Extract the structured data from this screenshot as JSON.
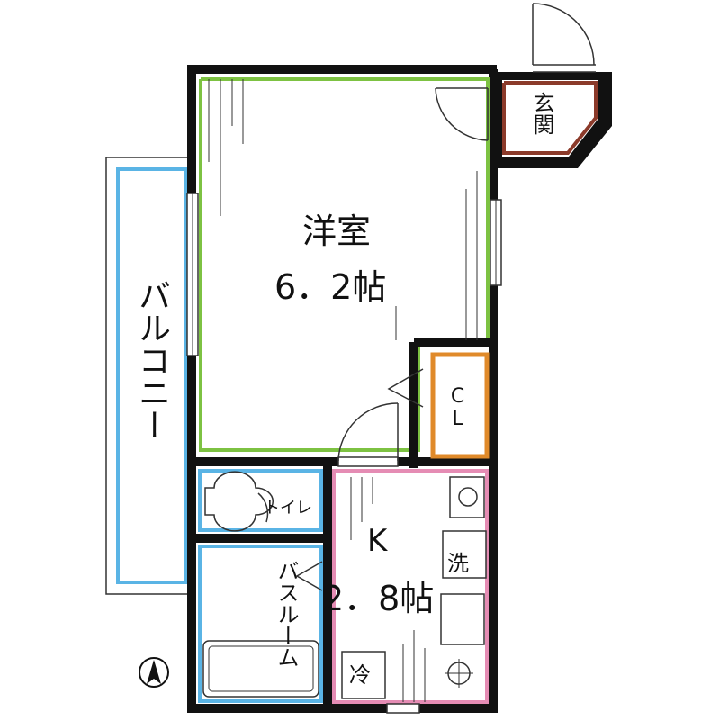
{
  "rooms": {
    "western": {
      "name": "洋室",
      "size": "6．2帖"
    },
    "entrance": {
      "name": "玄関"
    },
    "closet": {
      "name": "CL"
    },
    "kitchen": {
      "name": "K",
      "size": "2．8帖"
    },
    "toilet": {
      "name": "トイレ"
    },
    "bath": {
      "name": "バスルーム"
    },
    "balcony": {
      "name": "バルコニー"
    }
  },
  "fixtures": {
    "washer": "洗",
    "fridge": "冷"
  },
  "colors": {
    "wall": "#111111",
    "western": "#7dc242",
    "entrance": "#8b3a2a",
    "closet": "#e08a2a",
    "kitchen": "#e58cb4",
    "wet_area": "#5ab4e5",
    "balcony": "#5ab4e5"
  }
}
